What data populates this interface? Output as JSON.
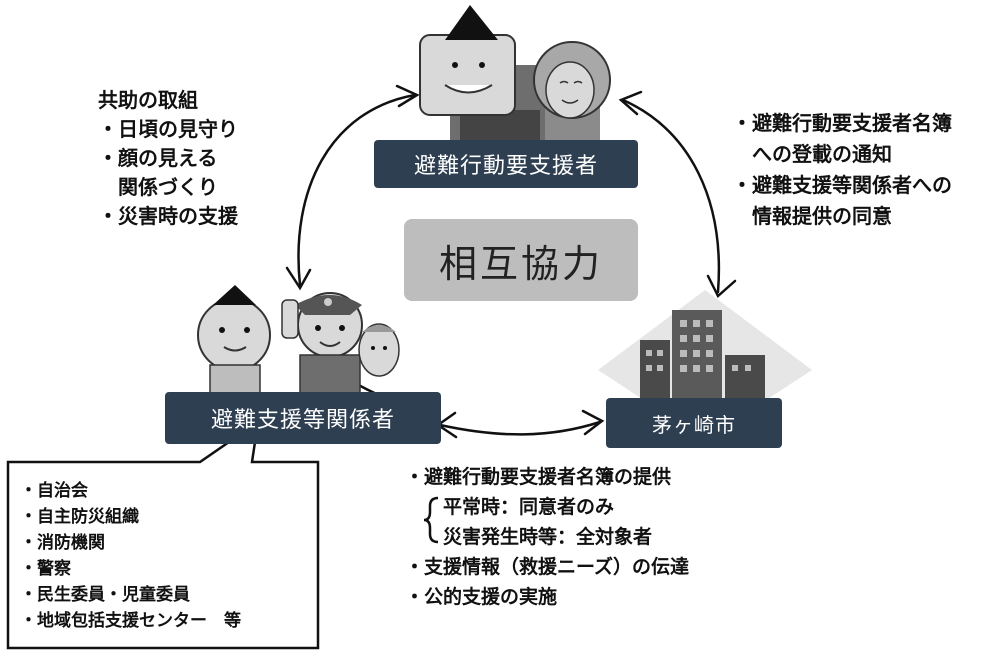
{
  "center": {
    "label": "相互協力"
  },
  "nodes": {
    "people_needing_help": "避難行動要支援者",
    "supporters": "避難支援等関係者",
    "city": "茅ヶ崎市"
  },
  "notes": {
    "mutual_aid": [
      "共助の取組",
      "・日頃の見守り",
      "・顔の見える",
      "関係づくり",
      "・災害時の支援"
    ],
    "registration": [
      "・避難行動要支援者名簿",
      "への登載の通知",
      "・避難支援等関係者への",
      "情報提供の同意"
    ],
    "city_provision": {
      "line1": "・避難行動要支援者名簿の提供",
      "sub1": "平常時：同意者のみ",
      "sub2": "災害発生時等：全対象者",
      "line2": "・支援情報（救援ニーズ）の伝達",
      "line3": "・公的支援の実施"
    }
  },
  "organizations": [
    "・自治会",
    "・自主防災組織",
    "・消防機関",
    "・警察",
    "・民生委員・児童委員",
    "・地域包括支援センター　等"
  ],
  "colors": {
    "node_box": "#2e3f52",
    "center_box": "#bdbdbd",
    "illustration_gray": "#9a9a9a"
  }
}
